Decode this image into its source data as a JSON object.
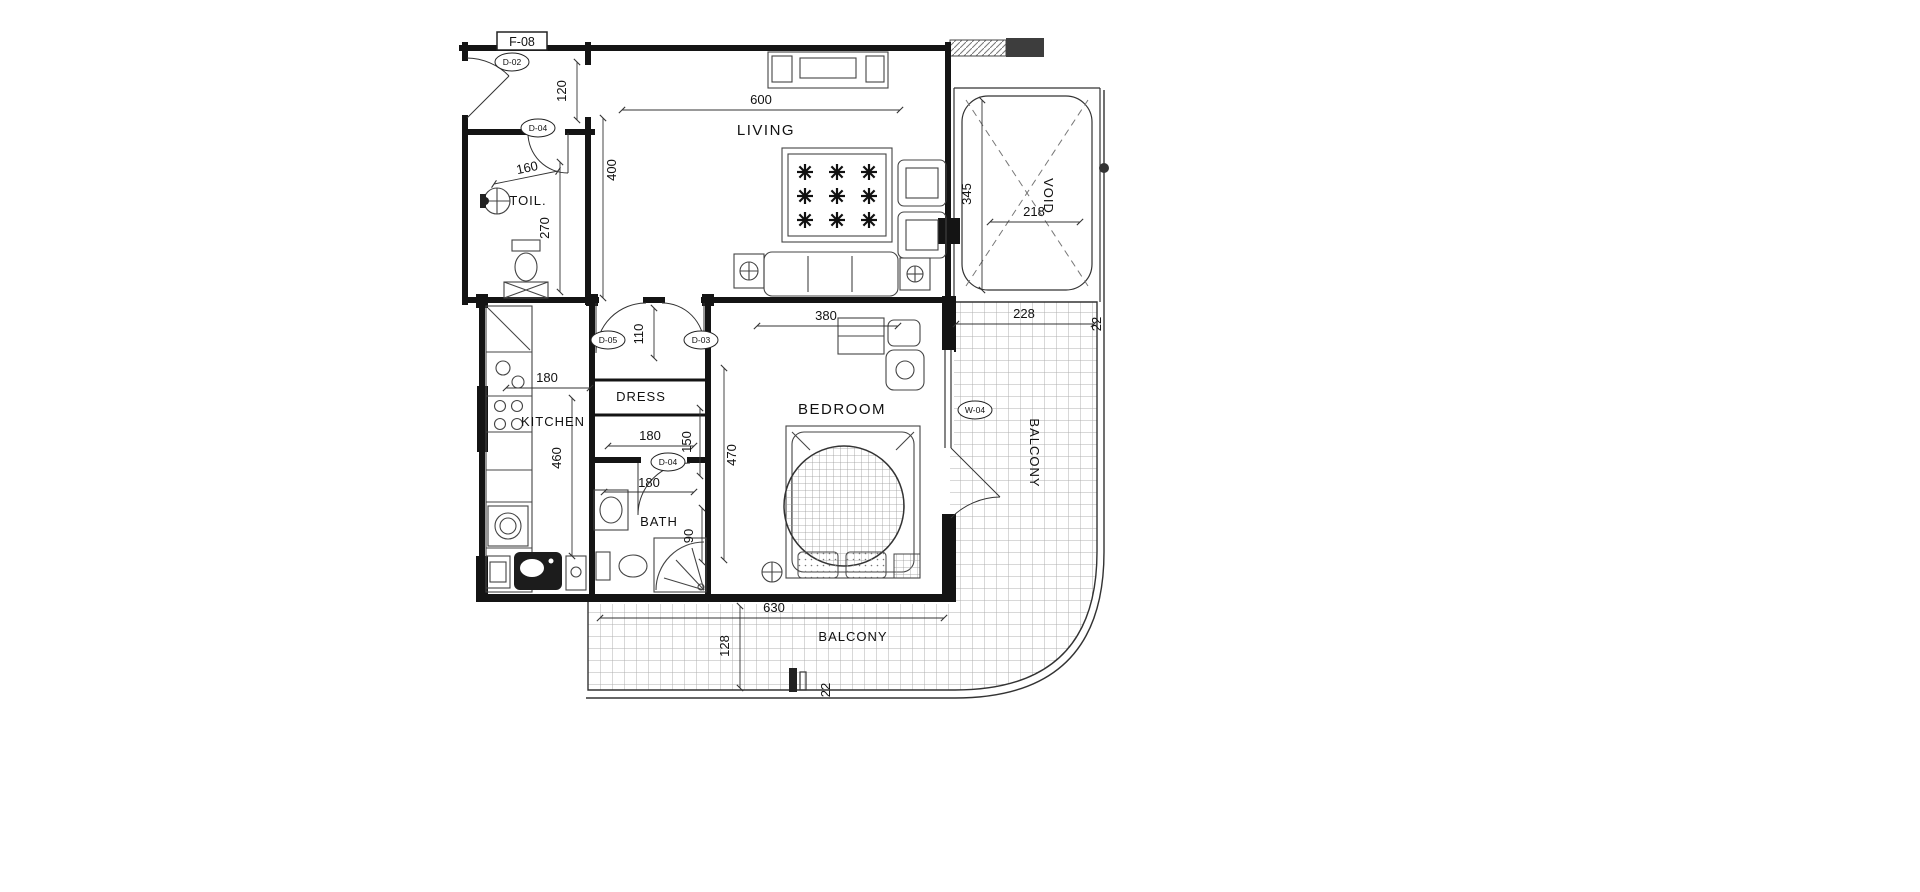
{
  "plan": {
    "unit_label": "F-08",
    "rooms": {
      "living": "LIVING",
      "toilet": "TOIL.",
      "kitchen": "KITCHEN",
      "dress": "DRESS",
      "bath": "BATH",
      "bedroom": "BEDROOM",
      "balcony_right": "BALCONY",
      "balcony_bottom": "BALCONY",
      "void": "VOID"
    },
    "door_tags": {
      "d02": "D-02",
      "d04_toilet": "D-04",
      "d05": "D-05",
      "d03": "D-03",
      "d04_bath": "D-04",
      "w04": "W-04"
    },
    "dims": {
      "living_w": "600",
      "entry": "120",
      "living_d": "400",
      "toilet_w": "160",
      "toilet_d": "270",
      "void_d": "345",
      "void_w": "218",
      "bedroom_w": "380",
      "balcony_r_w": "228",
      "balcony_r_edge": "22",
      "hall": "110",
      "kitchen_w": "180",
      "kitchen_d": "460",
      "dress_w": "180",
      "dress_d": "150",
      "bedroom_d": "470",
      "bath_w": "90",
      "bath_door": "180",
      "balcony_b_w": "630",
      "balcony_b_d": "128",
      "balcony_b_edge": "22"
    }
  }
}
